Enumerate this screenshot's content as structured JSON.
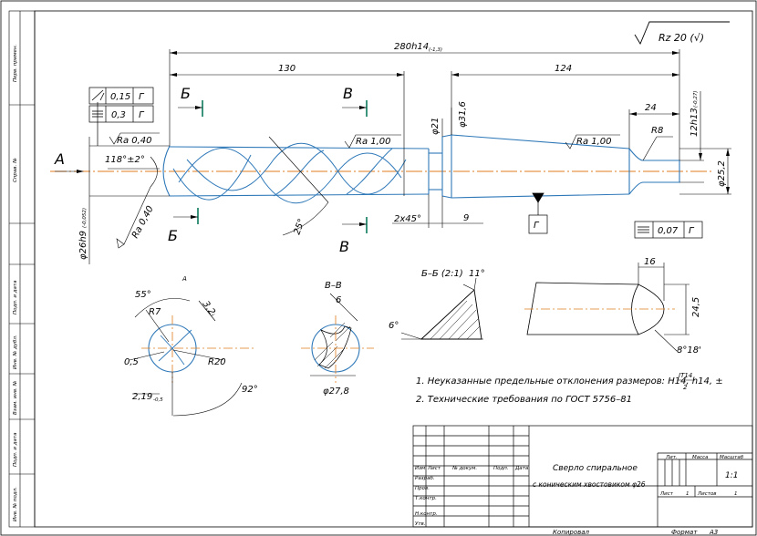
{
  "side_stamps": [
    "Перв. примен.",
    "Справ. №",
    "Подп. и дата",
    "Инв. № дубл.",
    "Взам. инв. №",
    "Подп. и дата",
    "Инв. № подл."
  ],
  "roughness": {
    "main": "Rz 20 (√)"
  },
  "dims": {
    "overall": "280h14",
    "overall_sub": "(-1,3)",
    "left_len": "130",
    "right_len": "124",
    "right_end": "24",
    "right_end_height": "12h13",
    "right_end_height_sub": "(-0,27)",
    "radius_r8": "R8",
    "d21": "φ21",
    "d316": "φ31,6",
    "d252": "φ25,2",
    "d26": "φ26h9",
    "d26_sub": "(-0,052)",
    "chamfer": "2x45°",
    "len9": "9",
    "angle118": "118°±2°",
    "angle25": "25°",
    "ra040_a": "Ra 0,40",
    "ra040_b": "Ra 0,40",
    "ra100_a": "Ra 1,00",
    "ra100_b": "Ra 1,00"
  },
  "tolerances": {
    "runout1": "0,15",
    "runout1_base": "Г",
    "flat": "0,3",
    "flat_base": "Г",
    "bottom_val": "0,07",
    "bottom_base": "Г",
    "datum": "Г"
  },
  "section_marks": {
    "a": "А",
    "b_top": "Б",
    "b_bot": "Б",
    "v_top": "В",
    "v_bot": "В"
  },
  "view_a": {
    "title": "А",
    "angle55": "55°",
    "r7": "R7",
    "d3": "3,2ᵢ",
    "r20": "R20",
    "v05": "0,5",
    "d219": "2,19",
    "d219_sub": "-0,5",
    "angle92": "92°"
  },
  "view_vv": {
    "title": "В–В",
    "six": "6",
    "d278": "φ27,8"
  },
  "view_bb": {
    "title": "Б–Б (2:1)",
    "angle11": "11°",
    "angle6": "6°"
  },
  "detail_tail": {
    "len16": "16",
    "d245": "24,5",
    "angle818": "8°18'"
  },
  "notes": [
    "1. Неуказанные предельные отклонения размеров: Н14, h14, ±",
    "2. Технические требования по ГОСТ 5756–81"
  ],
  "note_frac": {
    "num": "IT14",
    "den": "2"
  },
  "title_block": {
    "name_line1": "Сверло спиральное",
    "name_line2": "с коническим хвостовиком φ26",
    "col_izm": "Изм",
    "col_list": "Лист",
    "col_docnum": "№ докум.",
    "col_sign": "Подп.",
    "col_date": "Дата",
    "row_razrab": "Разраб.",
    "row_prov": "Пров.",
    "row_tkontr": "Т.контр.",
    "row_nkontr": "Н.контр.",
    "row_utv": "Утв.",
    "lit": "Лит.",
    "mass": "Масса",
    "scale_label": "Масштаб",
    "scale": "1:1",
    "sheet_label": "Лист",
    "sheet_no": "1",
    "sheets_label": "Листов",
    "sheets_no": "1"
  },
  "footer": {
    "copied": "Копировал",
    "format_label": "Формат",
    "format": "А3"
  },
  "colors": {
    "line": "#000000",
    "contour": "#2e78b8",
    "axis": "#e07c1e",
    "datum_mark": "#0a7a5a"
  }
}
